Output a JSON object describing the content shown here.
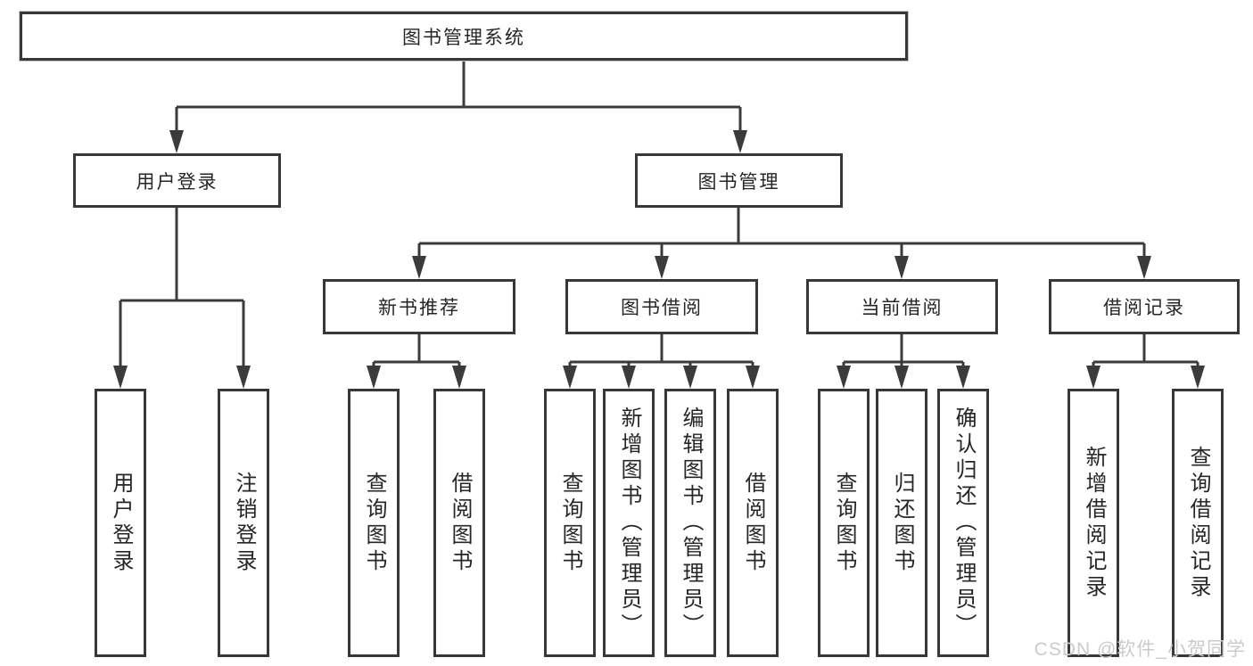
{
  "colors": {
    "line": "#3b3b3b",
    "border": "#383838",
    "text": "#262626",
    "background": "#ffffff",
    "watermark": "#c9cbcc"
  },
  "watermark": "CSDN @软件_小贺同学",
  "tree": {
    "label": "图书管理系统",
    "children": [
      {
        "label": "用户登录",
        "children": [
          {
            "label": "用户登录"
          },
          {
            "label": "注销登录"
          }
        ]
      },
      {
        "label": "图书管理",
        "children": [
          {
            "label": "新书推荐",
            "children": [
              {
                "label": "查询图书"
              },
              {
                "label": "借阅图书"
              }
            ]
          },
          {
            "label": "图书借阅",
            "children": [
              {
                "label": "查询图书"
              },
              {
                "label": "新增图书（管理员）"
              },
              {
                "label": "编辑图书（管理员）"
              },
              {
                "label": "借阅图书"
              }
            ]
          },
          {
            "label": "当前借阅",
            "children": [
              {
                "label": "查询图书"
              },
              {
                "label": "归还图书"
              },
              {
                "label": "确认归还（管理员）"
              }
            ]
          },
          {
            "label": "借阅记录",
            "children": [
              {
                "label": "新增借阅记录"
              },
              {
                "label": "查询借阅记录"
              }
            ]
          }
        ]
      }
    ]
  }
}
